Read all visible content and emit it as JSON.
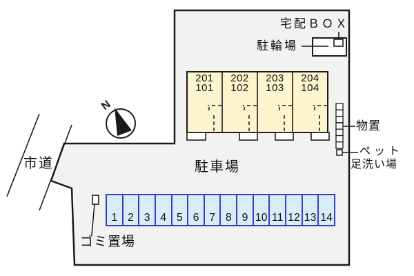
{
  "plan": {
    "delivery_box_label": "宅配ＢＯＸ",
    "bicycle_parking_label": "駐輪場",
    "storage_label": "物置",
    "pet_wash_label_line1": "ペット",
    "pet_wash_label_line2": "足洗い場",
    "city_road_label": "市道",
    "parking_lot_label": "駐車場",
    "garbage_label": "ゴミ置場",
    "compass_label": "N"
  },
  "building": {
    "units": [
      {
        "upper": "201",
        "lower": "101"
      },
      {
        "upper": "202",
        "lower": "102"
      },
      {
        "upper": "203",
        "lower": "103"
      },
      {
        "upper": "204",
        "lower": "104"
      }
    ]
  },
  "parking": {
    "space_numbers": [
      "1",
      "2",
      "3",
      "4",
      "5",
      "6",
      "7",
      "8",
      "9",
      "10",
      "11",
      "12",
      "13",
      "14"
    ]
  },
  "colors": {
    "background": "#ffffff",
    "site_fill": "#f2f2f0",
    "building_fill": "#fbf4cd",
    "parking_space_fill": "#d9edf8",
    "parking_space_border": "#3c3cc8",
    "line": "#1a1a1a"
  }
}
